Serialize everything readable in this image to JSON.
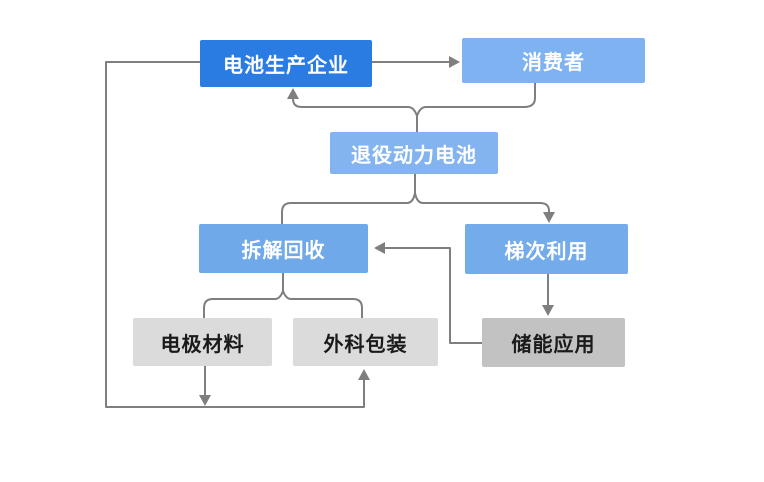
{
  "diagram": {
    "background": "#ffffff",
    "line_color": "#7f7f7f",
    "nodes": {
      "producer": {
        "label": "电池生产企业",
        "fill": "#2b7ce2",
        "text": "#ffffff"
      },
      "consumer": {
        "label": "消费者",
        "fill": "#7fb2f0",
        "text": "#ffffff"
      },
      "retired": {
        "label": "退役动力电池",
        "fill": "#84b4f0",
        "text": "#ffffff"
      },
      "dismantle": {
        "label": "拆解回收",
        "fill": "#6fa9e9",
        "text": "#ffffff"
      },
      "cascade": {
        "label": "梯次利用",
        "fill": "#74abeb",
        "text": "#ffffff"
      },
      "electrode": {
        "label": "电极材料",
        "fill": "#dbdbdb",
        "text": "#1a1a1a"
      },
      "packaging": {
        "label": "外科包装",
        "fill": "#dbdbdb",
        "text": "#1a1a1a"
      },
      "storage": {
        "label": "储能应用",
        "fill": "#c2c2c2",
        "text": "#1a1a1a"
      }
    },
    "edges": [
      {
        "from": "producer",
        "to": "consumer",
        "type": "arrow"
      },
      {
        "from": "consumer",
        "to": "producer",
        "type": "brace-arrow"
      },
      {
        "from": "consumer",
        "to": "retired",
        "type": "brace-stem"
      },
      {
        "from": "retired",
        "to": "dismantle",
        "type": "brace"
      },
      {
        "from": "retired",
        "to": "cascade",
        "type": "brace-arrow"
      },
      {
        "from": "cascade",
        "to": "storage",
        "type": "arrow"
      },
      {
        "from": "storage",
        "to": "dismantle",
        "type": "elbow-arrow"
      },
      {
        "from": "dismantle",
        "to": "electrode",
        "type": "brace"
      },
      {
        "from": "dismantle",
        "to": "packaging",
        "type": "brace"
      },
      {
        "from": "electrode",
        "to": "producer",
        "type": "bus-arrow"
      },
      {
        "from": "electrode",
        "to": "packaging",
        "type": "bus-arrow"
      }
    ]
  }
}
